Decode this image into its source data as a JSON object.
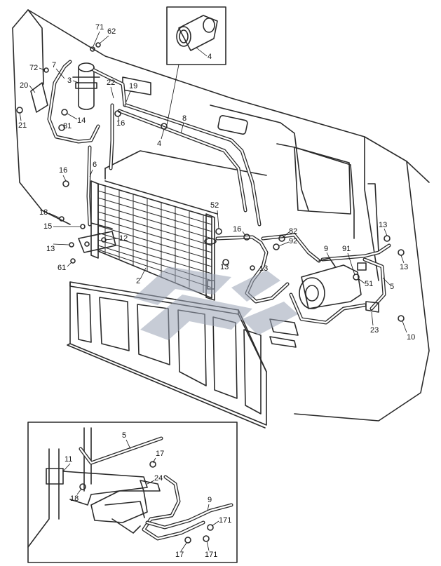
{
  "labels": {
    "l71": "71",
    "l62": "62",
    "l72": "72",
    "l7": "7",
    "l3": "3",
    "l20": "20",
    "l21": "21",
    "l14": "14",
    "l81": "81",
    "l19": "19",
    "l22": "22",
    "l16a": "16",
    "l8": "8",
    "l4a": "4",
    "l4b": "4",
    "l16b": "16",
    "l6": "6",
    "l52": "52",
    "l18a": "18",
    "l15": "15",
    "l13a": "13",
    "l12": "12",
    "l61": "61",
    "l16c": "16",
    "l82": "82",
    "l92": "92",
    "l13b": "13",
    "l13c": "13",
    "l9a": "9",
    "l91": "91",
    "l13d": "13",
    "l13e": "13",
    "l2": "2",
    "l51": "51",
    "l5a": "5",
    "l23": "23",
    "l10": "10",
    "l5b": "5",
    "l17a": "17",
    "l11": "11",
    "l24": "24",
    "l18b": "18",
    "l9b": "9",
    "l171a": "171",
    "l17b": "17",
    "l171b": "171"
  }
}
